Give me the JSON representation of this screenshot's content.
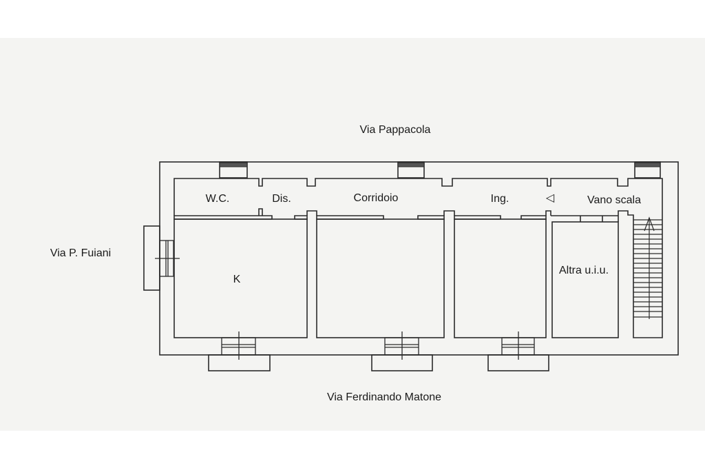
{
  "streets": {
    "north": "Via Pappacola",
    "west": "Via P. Fuiani",
    "south": "Via Ferdinando Matone"
  },
  "rooms": {
    "wc": "W.C.",
    "dis": "Dis.",
    "corridoio": "Corridoio",
    "ing": "Ing.",
    "vano_scala": "Vano scala",
    "kitchen": "K",
    "altra": "Altra u.i.u."
  },
  "symbols": {
    "entrance": "◁"
  }
}
